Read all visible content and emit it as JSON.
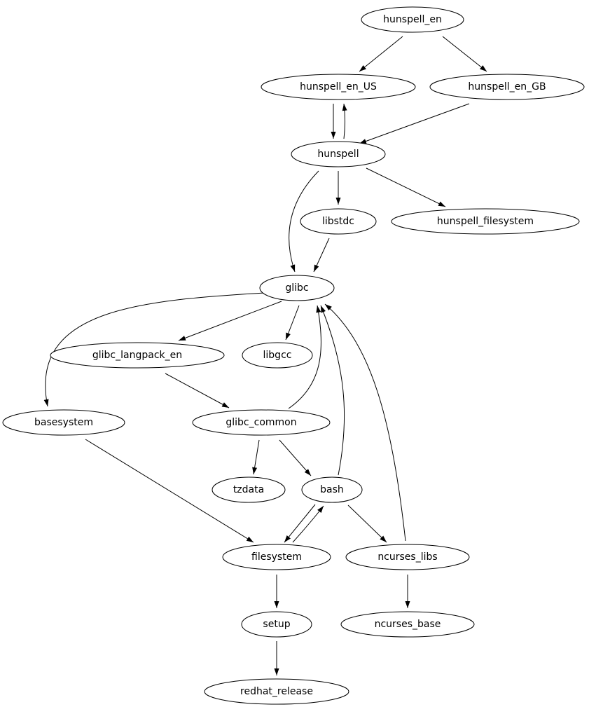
{
  "graph": {
    "nodes": [
      {
        "id": "hunspell_en",
        "label": "hunspell_en"
      },
      {
        "id": "hunspell_en_US",
        "label": "hunspell_en_US"
      },
      {
        "id": "hunspell_en_GB",
        "label": "hunspell_en_GB"
      },
      {
        "id": "hunspell",
        "label": "hunspell"
      },
      {
        "id": "libstdc",
        "label": "libstdc"
      },
      {
        "id": "hunspell_filesystem",
        "label": "hunspell_filesystem"
      },
      {
        "id": "glibc",
        "label": "glibc"
      },
      {
        "id": "glibc_langpack_en",
        "label": "glibc_langpack_en"
      },
      {
        "id": "libgcc",
        "label": "libgcc"
      },
      {
        "id": "basesystem",
        "label": "basesystem"
      },
      {
        "id": "glibc_common",
        "label": "glibc_common"
      },
      {
        "id": "tzdata",
        "label": "tzdata"
      },
      {
        "id": "bash",
        "label": "bash"
      },
      {
        "id": "filesystem",
        "label": "filesystem"
      },
      {
        "id": "ncurses_libs",
        "label": "ncurses_libs"
      },
      {
        "id": "setup",
        "label": "setup"
      },
      {
        "id": "ncurses_base",
        "label": "ncurses_base"
      },
      {
        "id": "redhat_release",
        "label": "redhat_release"
      }
    ],
    "edges": [
      {
        "from": "hunspell_en",
        "to": "hunspell_en_US"
      },
      {
        "from": "hunspell_en",
        "to": "hunspell_en_GB"
      },
      {
        "from": "hunspell_en_US",
        "to": "hunspell"
      },
      {
        "from": "hunspell",
        "to": "hunspell_en_US"
      },
      {
        "from": "hunspell_en_GB",
        "to": "hunspell"
      },
      {
        "from": "hunspell",
        "to": "glibc"
      },
      {
        "from": "hunspell",
        "to": "libstdc"
      },
      {
        "from": "hunspell",
        "to": "hunspell_filesystem"
      },
      {
        "from": "libstdc",
        "to": "glibc"
      },
      {
        "from": "glibc",
        "to": "basesystem"
      },
      {
        "from": "glibc",
        "to": "glibc_langpack_en"
      },
      {
        "from": "glibc",
        "to": "libgcc"
      },
      {
        "from": "glibc_langpack_en",
        "to": "glibc_common"
      },
      {
        "from": "glibc_common",
        "to": "glibc"
      },
      {
        "from": "glibc_common",
        "to": "tzdata"
      },
      {
        "from": "glibc_common",
        "to": "bash"
      },
      {
        "from": "bash",
        "to": "glibc"
      },
      {
        "from": "bash",
        "to": "filesystem"
      },
      {
        "from": "filesystem",
        "to": "bash"
      },
      {
        "from": "bash",
        "to": "ncurses_libs"
      },
      {
        "from": "ncurses_libs",
        "to": "glibc"
      },
      {
        "from": "basesystem",
        "to": "filesystem"
      },
      {
        "from": "filesystem",
        "to": "setup"
      },
      {
        "from": "ncurses_libs",
        "to": "ncurses_base"
      },
      {
        "from": "setup",
        "to": "redhat_release"
      }
    ]
  }
}
